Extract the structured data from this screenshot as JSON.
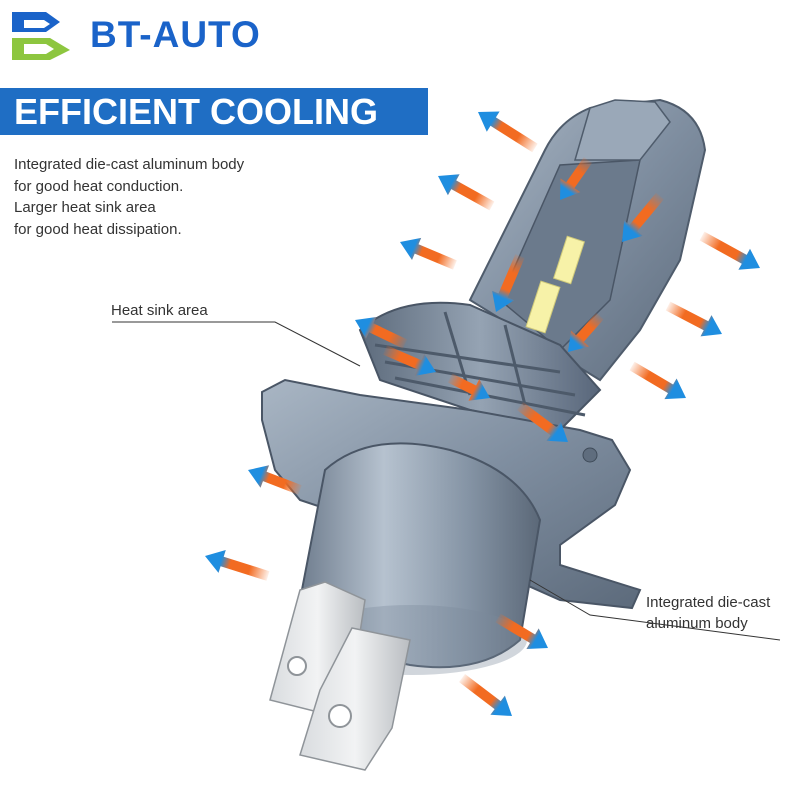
{
  "brand": {
    "name": "BT-AUTO",
    "logo_icon": "bt-monogram-logo",
    "color_blue": "#1a63c9",
    "color_green": "#8dc63f"
  },
  "banner": {
    "title": "EFFICIENT COOLING",
    "color": "#1f6ec4"
  },
  "description": [
    "Integrated die-cast aluminum body",
    "for good heat conduction.",
    "Larger heat sink area",
    "for good heat dissipation."
  ],
  "callouts": {
    "heat_sink": "Heat sink area",
    "body_line1": "Integrated die-cast",
    "body_line2": "aluminum body"
  },
  "illustration": {
    "subject": "h4-led-headlight-bulb-icon",
    "arrow_colors": {
      "hot": "#f26b21",
      "cool": "#1f8ee0"
    }
  }
}
